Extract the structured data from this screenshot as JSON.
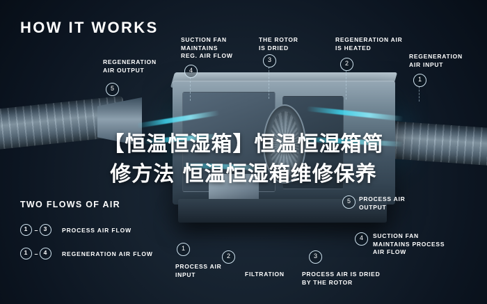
{
  "headline": "HOW IT WORKS",
  "callouts": [
    {
      "num": "1",
      "label": "REGENERATION\nAIR INPUT"
    },
    {
      "num": "2",
      "label": "REGENERATION AIR\nIS HEATED"
    },
    {
      "num": "3",
      "label": "THE ROTOR\nIS DRIED"
    },
    {
      "num": "4",
      "label": "SUCTION FAN\nMAINTAINS\nREG. AIR FLOW"
    },
    {
      "num": "5",
      "label": "REGENERATION\nAIR OUTPUT"
    },
    {
      "num": "1",
      "label": "PROCESS AIR\nINPUT"
    },
    {
      "num": "2",
      "label": "FILTRATION"
    },
    {
      "num": "3",
      "label": "PROCESS AIR IS DRIED\nBY THE ROTOR"
    },
    {
      "num": "4",
      "label": "SUCTION FAN\nMAINTAINS PROCESS\nAIR FLOW"
    },
    {
      "num": "5",
      "label": "PROCESS AIR\nOUTPUT"
    }
  ],
  "legend": {
    "title": "TWO FLOWS OF AIR",
    "rows": [
      {
        "from": "1",
        "dash": "–",
        "to": "3",
        "label": "PROCESS AIR FLOW"
      },
      {
        "from": "1",
        "dash": "–",
        "to": "4",
        "label": "REGENERATION AIR FLOW"
      }
    ]
  },
  "watermark": {
    "line1": "【恒温恒湿箱】恒温恒湿箱简",
    "line2": "修方法 恒温恒湿箱维修保养"
  },
  "colors": {
    "accent_cyan": "#3fd8f2",
    "text": "#ffffff",
    "bg_dark": "#0c1521"
  }
}
